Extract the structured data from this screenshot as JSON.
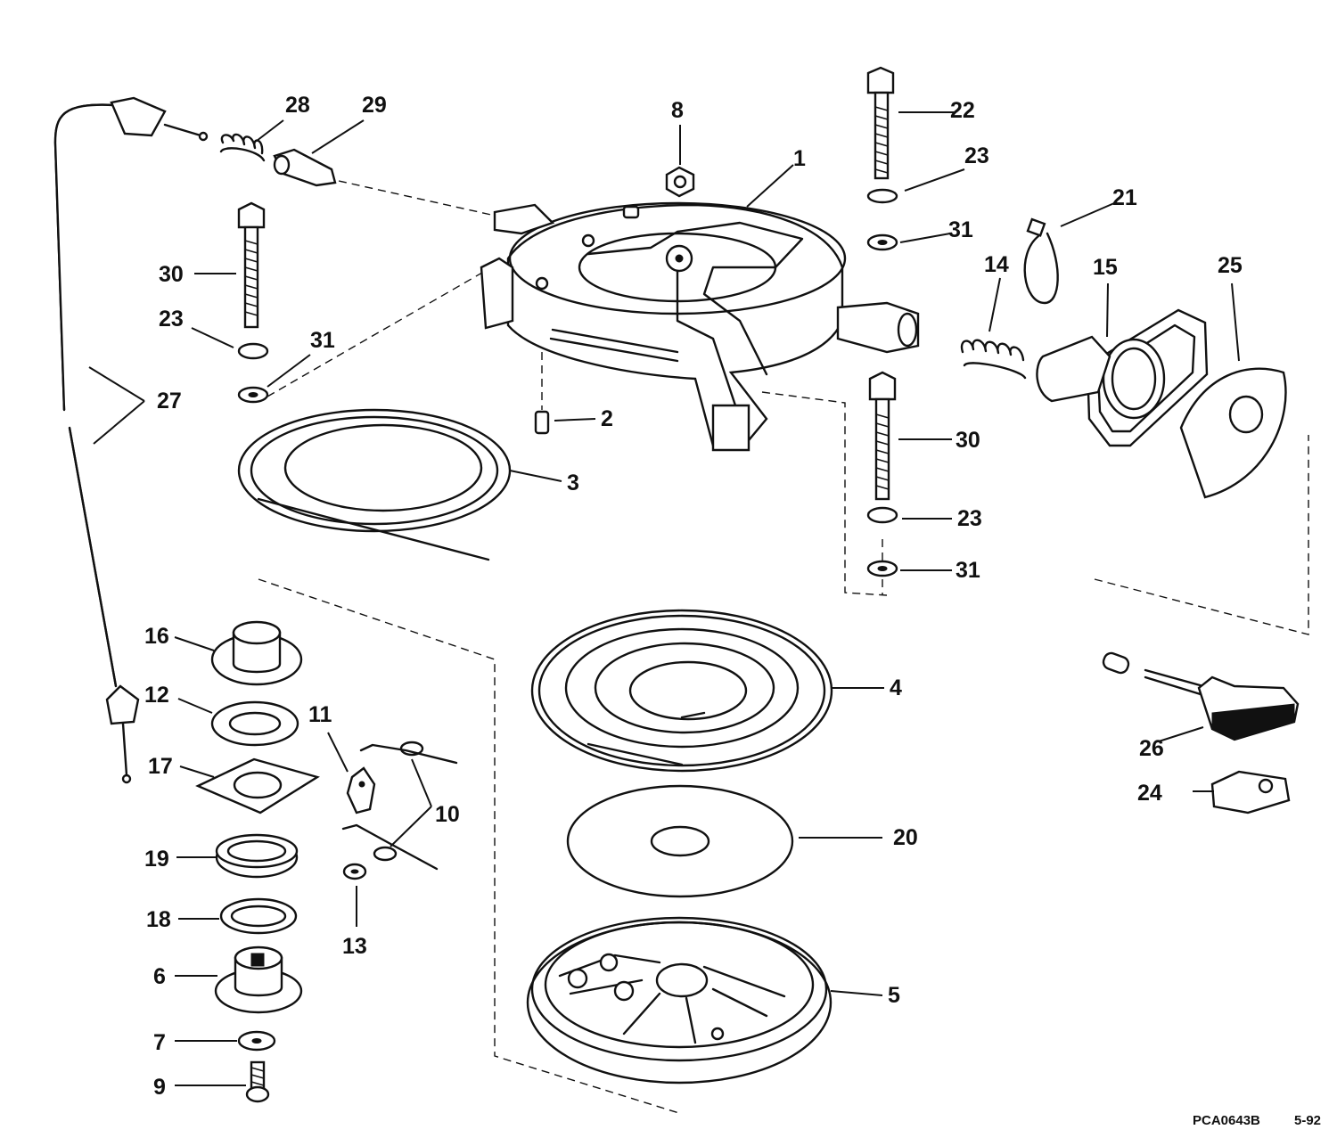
{
  "callouts": {
    "c1": "1",
    "c2": "2",
    "c3": "3",
    "c4": "4",
    "c5": "5",
    "c6": "6",
    "c7": "7",
    "c8": "8",
    "c9": "9",
    "c10": "10",
    "c11": "11",
    "c12": "12",
    "c13": "13",
    "c14": "14",
    "c15": "15",
    "c16": "16",
    "c17": "17",
    "c18": "18",
    "c19": "19",
    "c20": "20",
    "c21": "21",
    "c22": "22",
    "c23a": "23",
    "c23b": "23",
    "c23c": "23",
    "c24": "24",
    "c25": "25",
    "c26": "26",
    "c27": "27",
    "c28": "28",
    "c29": "29",
    "c30a": "30",
    "c30b": "30",
    "c31a": "31",
    "c31b": "31",
    "c31c": "31"
  },
  "footer": {
    "code": "PCA0643B",
    "date": "5-92"
  }
}
